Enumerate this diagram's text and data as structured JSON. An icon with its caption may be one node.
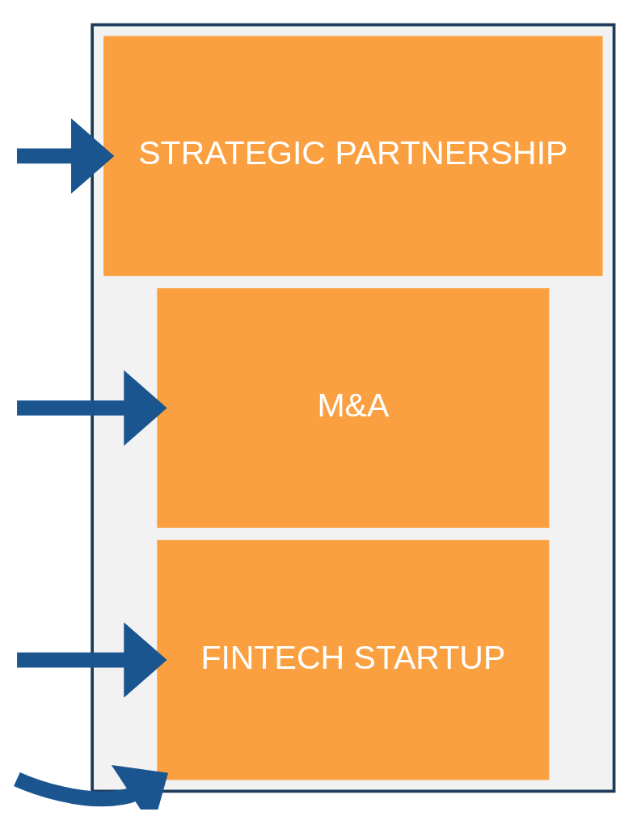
{
  "diagram": {
    "nodes": [
      {
        "text": [],
        "shape": "box"
      },
      {
        "text": [
          "STRATEGIC PARTNERSHIP"
        ],
        "in": 0
      },
      {
        "text": [
          "M&A"
        ],
        "in": 0
      },
      {
        "text": [
          "FINTECH STARTUP"
        ],
        "in": 0
      }
    ],
    "edges": [
      {
        "from": null,
        "to": 1,
        "arrow": "to"
      },
      {
        "from": null,
        "to": 2,
        "arrow": "to"
      },
      {
        "from": null,
        "to": 3,
        "arrow": "to"
      },
      {
        "from": null,
        "to": 3,
        "arrow": "to"
      }
    ]
  }
}
